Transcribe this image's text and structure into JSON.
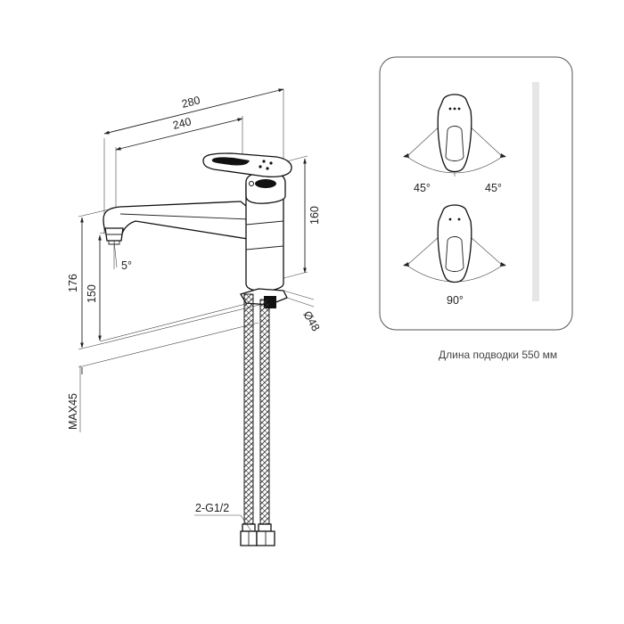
{
  "dimensions": {
    "width_280": "280",
    "width_240": "240",
    "height_160": "160",
    "height_176": "176",
    "height_150": "150",
    "max45": "MAX45",
    "angle_5": "5°",
    "diameter": "Ø48",
    "thread": "2-G1/2"
  },
  "handle_rotation": {
    "left_angle": "45°",
    "right_angle": "45°",
    "total_angle": "90°"
  },
  "caption": "Длина подводки 550 мм",
  "colors": {
    "line": "#222222",
    "panel_border": "#555555",
    "panel_bar": "#e6e6e6"
  }
}
